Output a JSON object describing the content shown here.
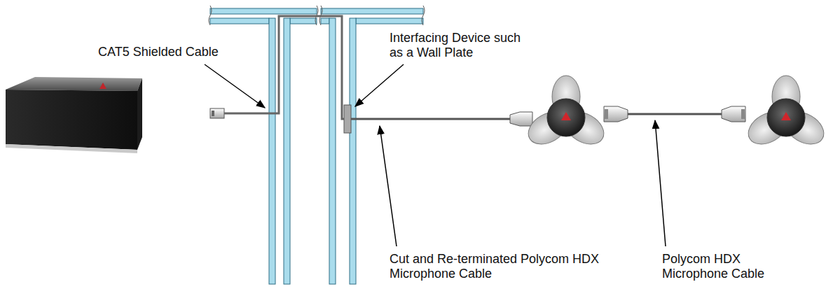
{
  "diagram": {
    "labels": [
      "CAT5 Shielded Cable",
      "Interfacing Device such as a Wall Plate",
      "Cut and Re-terminated Polycom HDX Microphone Cable",
      "Polycom HDX Microphone Cable"
    ]
  }
}
